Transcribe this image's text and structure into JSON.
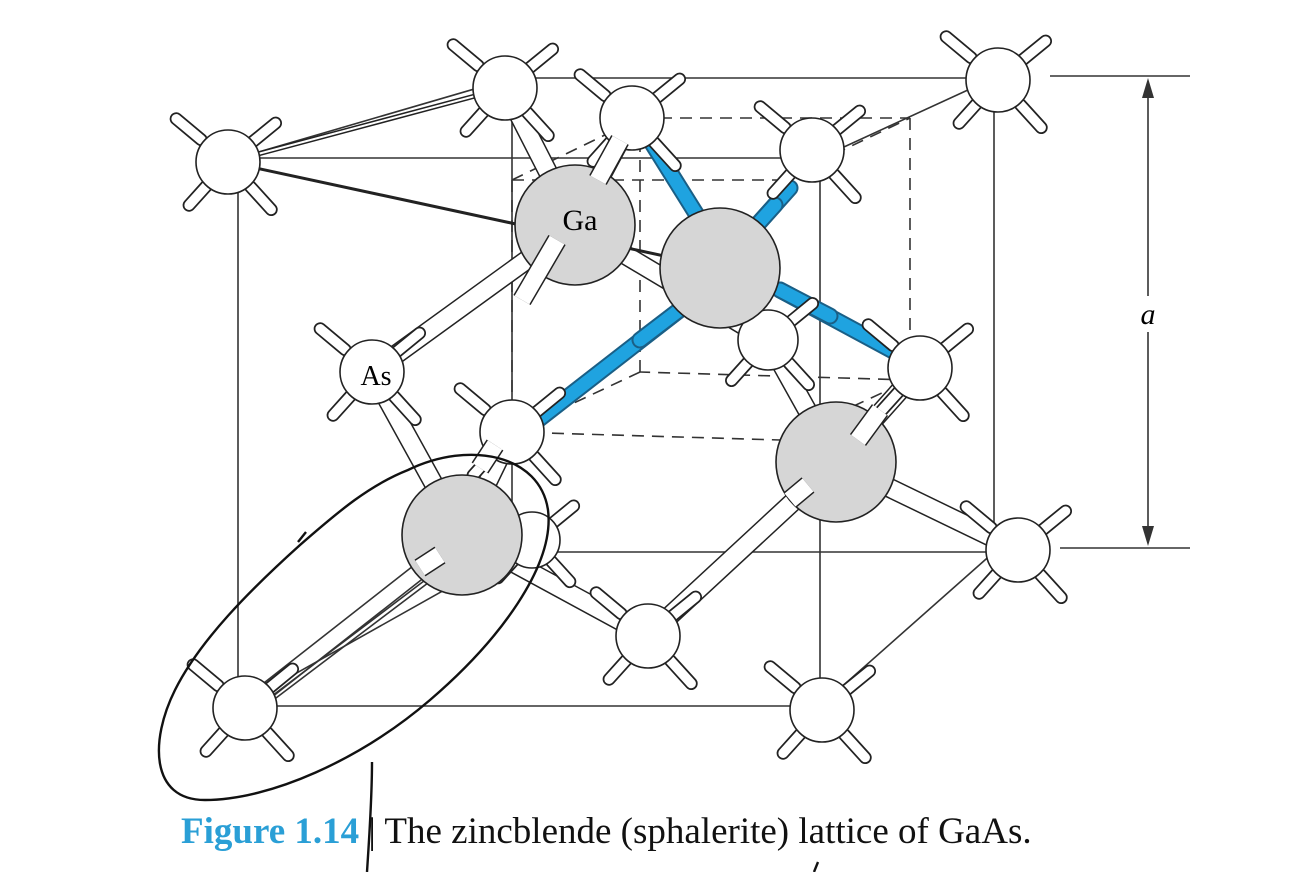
{
  "labels": {
    "ga": "Ga",
    "as": "As",
    "lattice_constant": "a"
  },
  "caption": {
    "figure_number": "Figure 1.14",
    "separator": " | ",
    "text": "The zincblende (sphalerite) lattice of GaAs."
  },
  "colors": {
    "highlight_bond": "#1fa3e0",
    "ga_atom": "#d6d6d6",
    "as_atom": "#ffffff",
    "figure_number": "#2a9fd6"
  }
}
